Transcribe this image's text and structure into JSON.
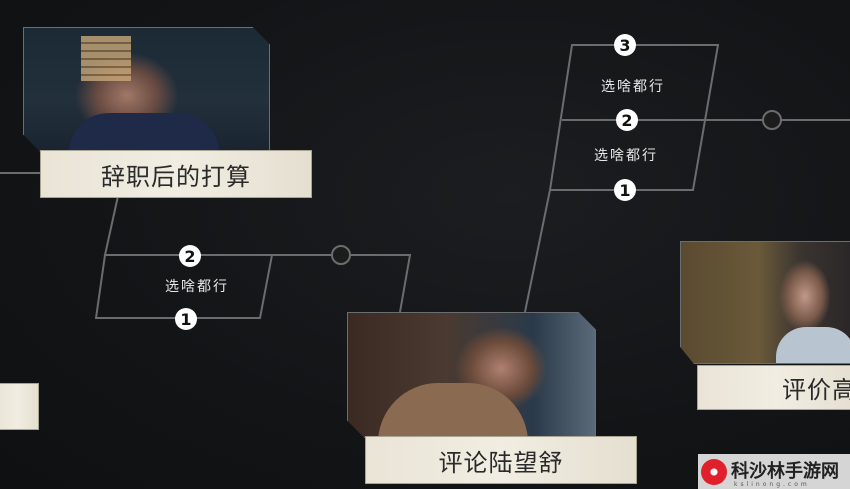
{
  "nodes": [
    {
      "title": "辞职后的打算"
    },
    {
      "title": "评论陆望舒"
    },
    {
      "title": "评价高"
    },
    {
      "title": ""
    }
  ],
  "choice_groups": [
    {
      "options": [
        {
          "number": "2",
          "label": "选啥都行"
        },
        {
          "number": "1"
        }
      ]
    },
    {
      "options": [
        {
          "number": "3",
          "label": "选啥都行"
        },
        {
          "number": "2",
          "label": "选啥都行"
        },
        {
          "number": "1"
        }
      ]
    }
  ],
  "watermark": {
    "text": "科沙林手游网",
    "url": "kslinong.com"
  },
  "colors": {
    "line": "#6a6c6e",
    "label_bg": "#efebe0",
    "badge_bg": "#ffffff",
    "watermark_red": "#e0202a"
  }
}
